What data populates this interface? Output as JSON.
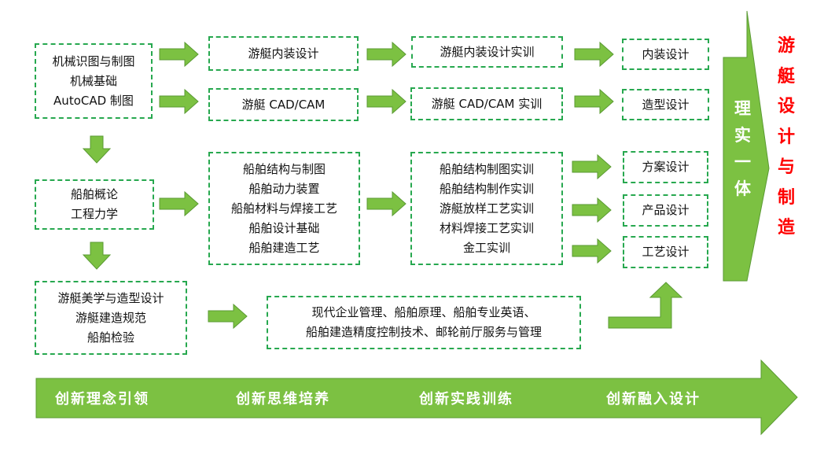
{
  "colors": {
    "arrow_fill": "#7cc142",
    "arrow_stroke": "#5a9a33",
    "box_border": "#27a84f",
    "result_text": "#ff0000",
    "banner_text": "#ffffff"
  },
  "col1": {
    "box1": [
      "机械识图与制图",
      "机械基础",
      "AutoCAD 制图"
    ],
    "box2": [
      "船舶概论",
      "工程力学"
    ],
    "box3": [
      "游艇美学与造型设计",
      "游艇建造规范",
      "船舶检验"
    ]
  },
  "col2": {
    "box1": "游艇内装设计",
    "box2": "游艇 CAD/CAM",
    "box3": [
      "船舶结构与制图",
      "船舶动力装置",
      "船舶材料与焊接工艺",
      "船舶设计基础",
      "船舶建造工艺"
    ]
  },
  "col3": {
    "box1": "游艇内装设计实训",
    "box2": "游艇 CAD/CAM 实训",
    "box3": [
      "船舶结构制图实训",
      "船舶结构制作实训",
      "游艇放样工艺实训",
      "材料焊接工艺实训",
      "金工实训"
    ]
  },
  "general": [
    "现代企业管理、船舶原理、船舶专业英语、",
    "船舶建造精度控制技术、邮轮前厅服务与管理"
  ],
  "outcomes": [
    "内装设计",
    "造型设计",
    "方案设计",
    "产品设计",
    "工艺设计"
  ],
  "integration": [
    "理",
    "实",
    "一",
    "体"
  ],
  "result": [
    "游",
    "艇",
    "设",
    "计",
    "与",
    "制",
    "造"
  ],
  "banner": [
    "创新理念引领",
    "创新思维培养",
    "创新实践训练",
    "创新融入设计"
  ]
}
